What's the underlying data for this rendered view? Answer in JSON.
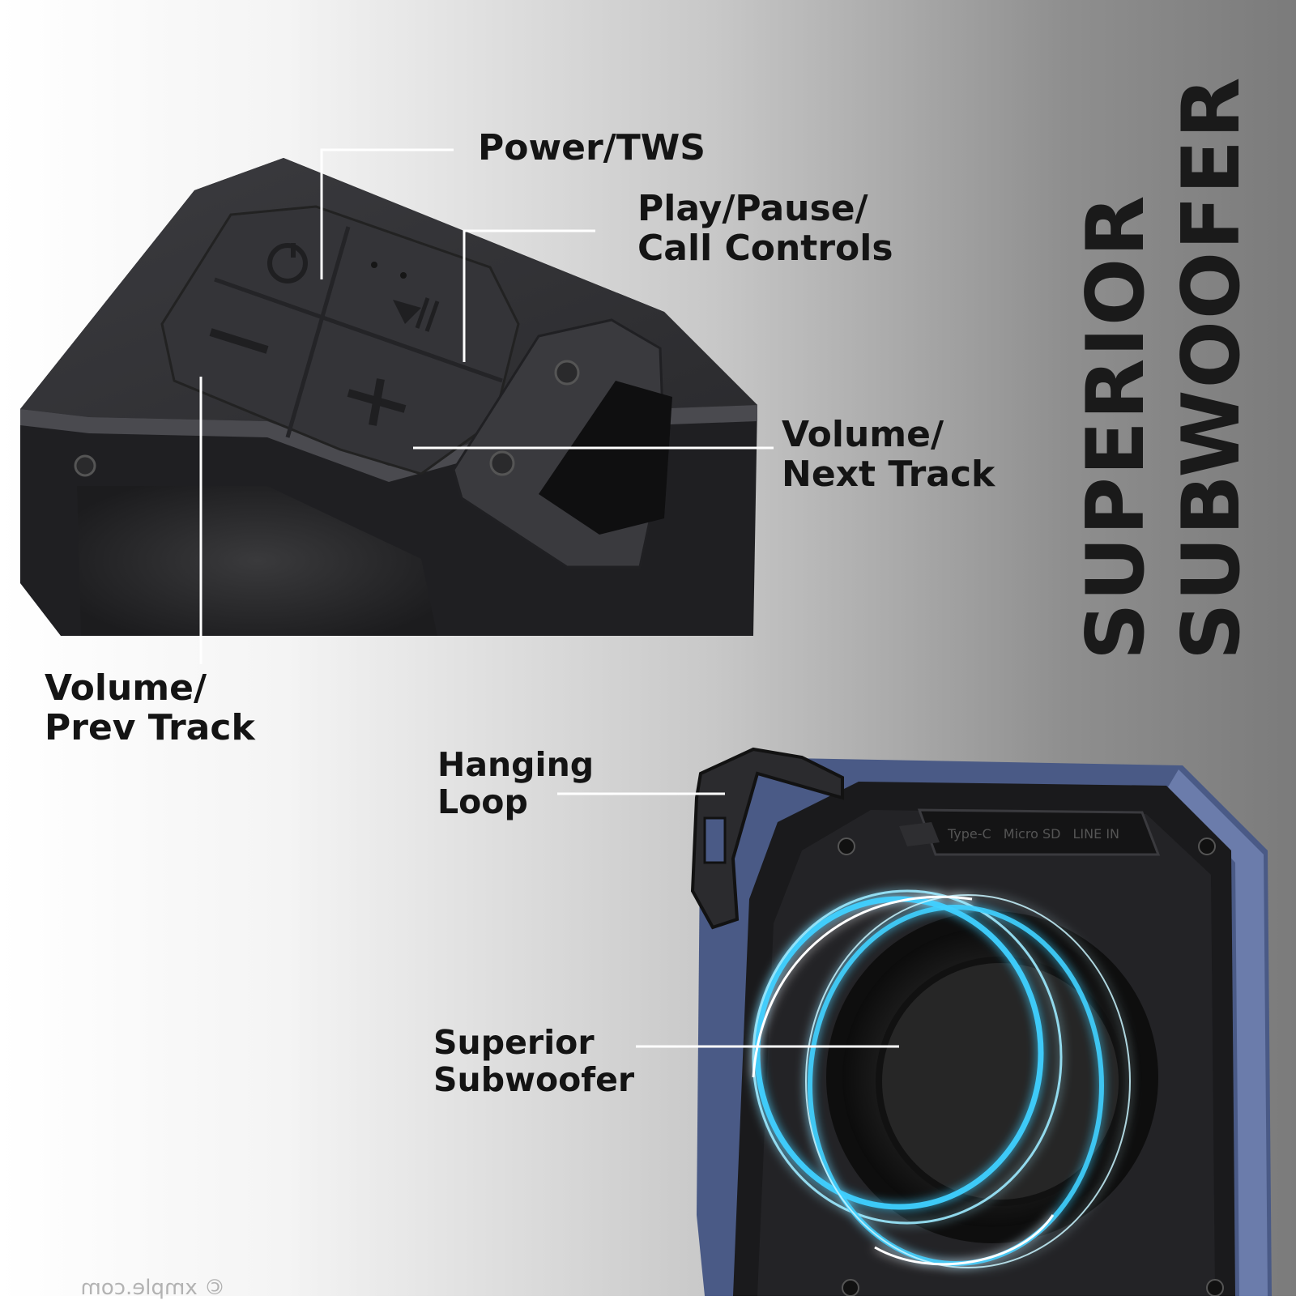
{
  "headline": {
    "line1": "SUPERIOR",
    "line2": "SUBWOOFER"
  },
  "callouts": {
    "power": "Power/TWS",
    "play_line1": "Play/Pause/",
    "play_line2": "Call Controls",
    "vol_next_line1": "Volume/",
    "vol_next_line2": "Next Track",
    "vol_prev_line1": "Volume/",
    "vol_prev_line2": "Prev Track",
    "hanging_line1": "Hanging",
    "hanging_line2": "Loop",
    "sub_line1": "Superior",
    "sub_line2": "Subwoofer"
  },
  "ports": {
    "type_c": "Type-C",
    "micro_sd": "Micro SD",
    "line_in": "LINE IN"
  },
  "watermark": "© xmple.com",
  "colors": {
    "speaker_body": "#2b2b2e",
    "speaker_blue": "#4a5a86",
    "ring_glow": "#3fd0ff",
    "label_text": "#141414"
  }
}
